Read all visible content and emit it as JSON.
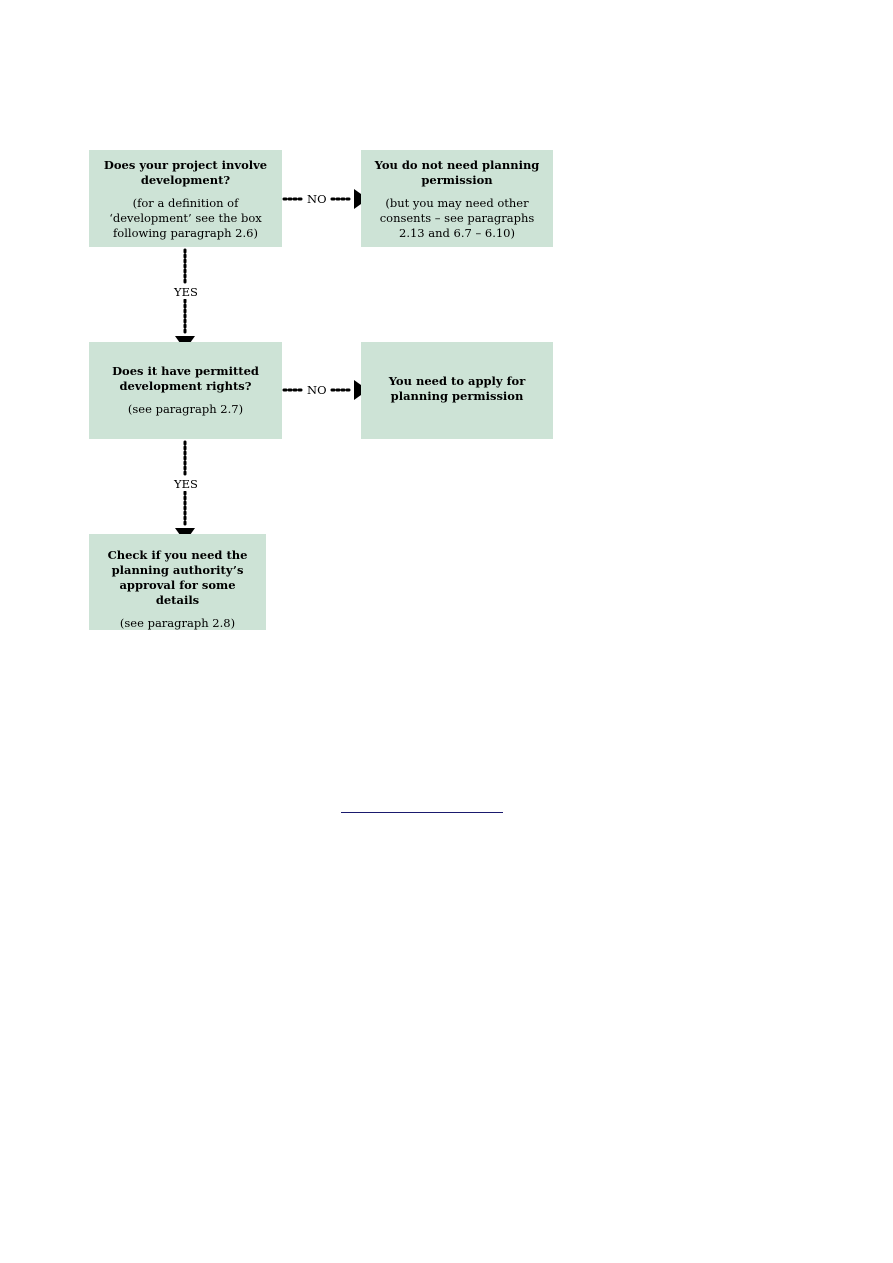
{
  "nodes": {
    "q1": {
      "title": "Does your project involve development?",
      "note": "(for a definition of ‘development’ see the box following paragraph 2.6)"
    },
    "r1": {
      "title": "You do not need planning permission",
      "note": "(but you may need other consents – see paragraphs 2.13 and 6.7 – 6.10)"
    },
    "q2": {
      "title": "Does it have permitted development rights?",
      "note": "(see paragraph 2.7)"
    },
    "r2": {
      "title": "You need to apply for planning permission"
    },
    "r3": {
      "title": "Check if you need the planning authority’s approval for some details",
      "note": "(see paragraph 2.8)"
    }
  },
  "edges": {
    "q1_r1": "NO",
    "q1_q2": "YES",
    "q2_r2": "NO",
    "q2_r3": "YES"
  },
  "colors": {
    "box_fill": "#cde3d6",
    "connector": "#000000"
  }
}
